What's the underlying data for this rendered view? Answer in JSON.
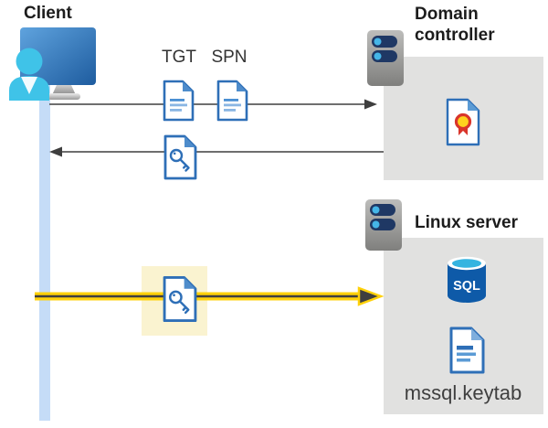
{
  "diagram": {
    "client": {
      "label": "Client"
    },
    "domain_controller": {
      "label": "Domain controller"
    },
    "linux_server": {
      "label": "Linux server",
      "keytab_file_label": "mssql.keytab",
      "sql_icon_label": "SQL"
    },
    "requests": {
      "tgt_label": "TGT",
      "spn_label": "SPN"
    }
  },
  "icons": {
    "client": "user-at-workstation-icon",
    "domain_controller": "server-icon",
    "linux_server": "server-icon",
    "tgt_request": "document-icon",
    "spn_request": "document-icon",
    "service_ticket": "key-file-icon",
    "highlighted_ticket": "key-file-icon",
    "certificate": "certificate-icon",
    "database": "sql-database-icon",
    "keytab_file": "document-icon"
  },
  "colors": {
    "highlight_arrow_yellow": "#FFD10A",
    "highlight_box_yellow": "#FAF3D0",
    "zone_box_gray": "#E1E1E0",
    "document_blue": "#2E6FB7",
    "timeline_blue": "#C5DCF7",
    "arrow_dark_gray": "#3F3F3F",
    "server_pill_navy": "#1F3864",
    "sql_body_blue": "#0E5AA8",
    "person_cyan": "#3FC3E8"
  }
}
